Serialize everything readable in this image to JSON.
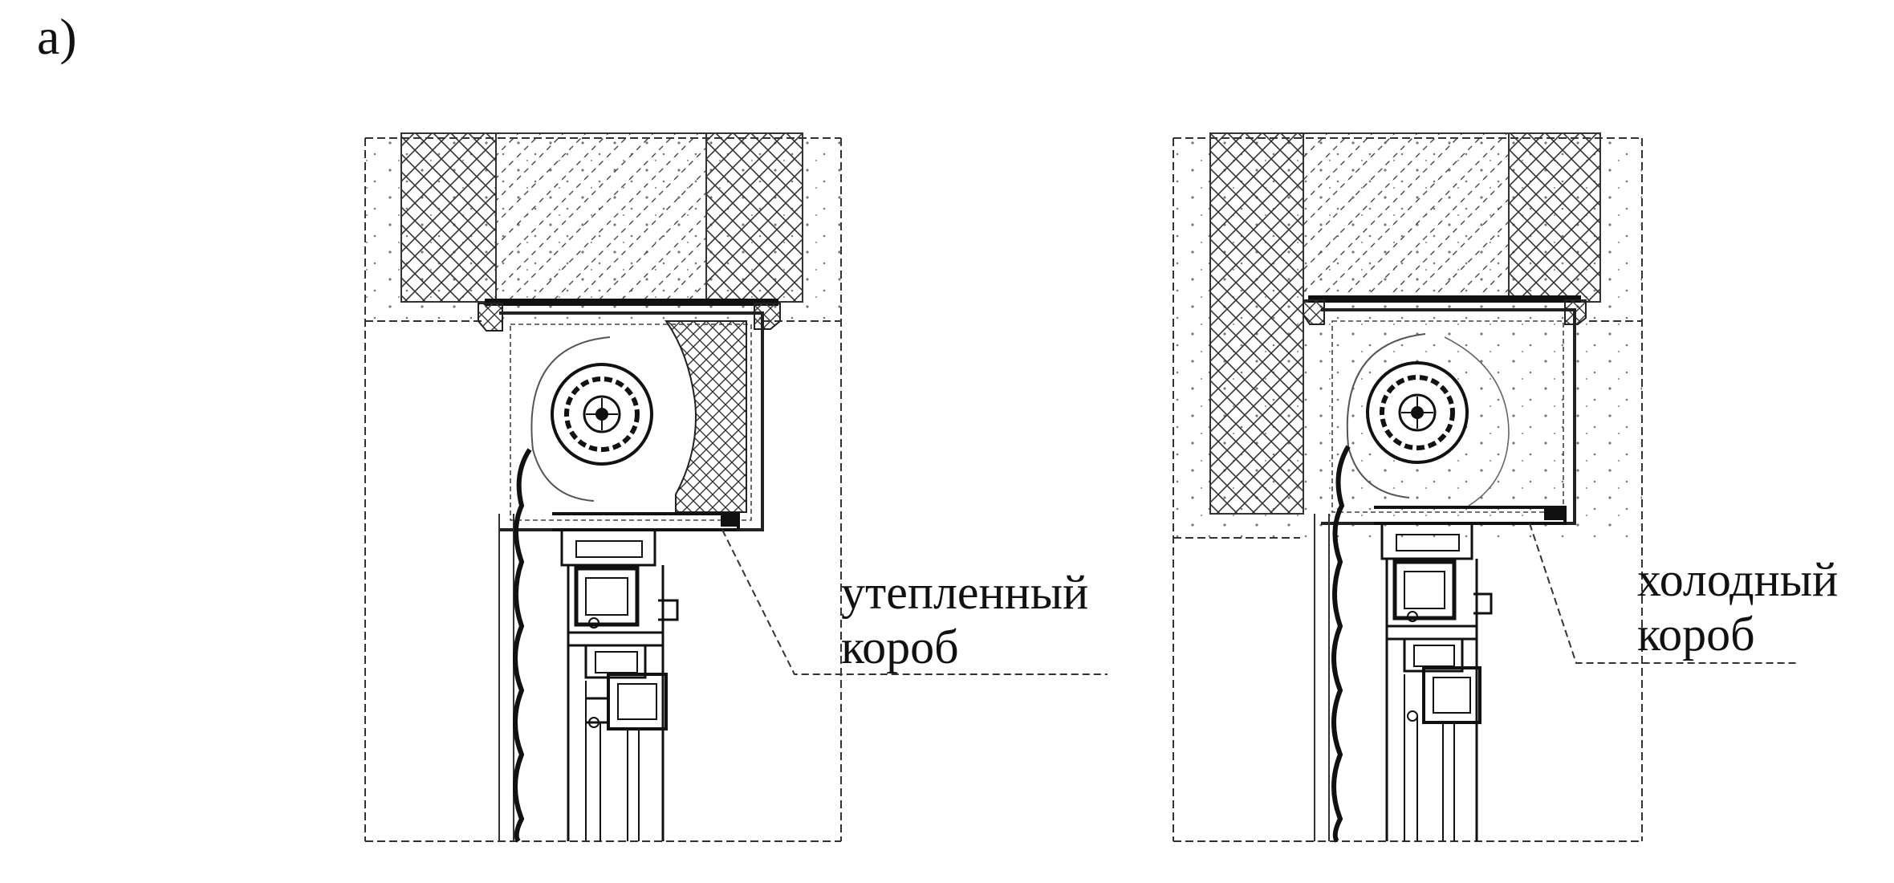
{
  "figure_label": "a)",
  "left_panel": {
    "label_line1": "утепленный",
    "label_line2": "короб"
  },
  "right_panel": {
    "label_line1": "холодный",
    "label_line2": "короб"
  }
}
